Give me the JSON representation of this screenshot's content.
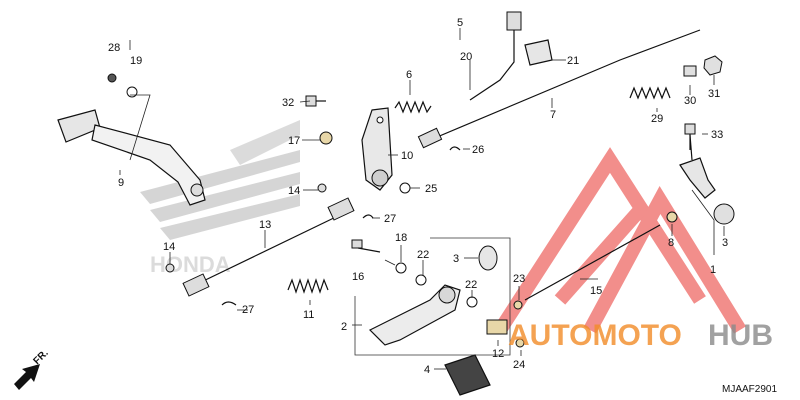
{
  "diagram": {
    "drawing_code": "MJAAF2901",
    "direction_label": "FR.",
    "background_logo_text": "HONDA",
    "watermark": {
      "text_orange": "AUTOMOTO",
      "text_gray": "HUB",
      "color_red": "#e8322e",
      "color_orange": "#f28c28",
      "color_gray": "#8a8a8a"
    },
    "callouts": {
      "c1": "1",
      "c2": "2",
      "c3a": "3",
      "c3b": "3",
      "c4": "4",
      "c5": "5",
      "c6": "6",
      "c7": "7",
      "c8": "8",
      "c9": "9",
      "c10": "10",
      "c11": "11",
      "c12": "12",
      "c13": "13",
      "c14a": "14",
      "c14b": "14",
      "c15": "15",
      "c16": "16",
      "c17": "17",
      "c18": "18",
      "c19": "19",
      "c20": "20",
      "c21": "21",
      "c22a": "22",
      "c22b": "22",
      "c23": "23",
      "c24": "24",
      "c25": "25",
      "c26": "26",
      "c27a": "27",
      "c27b": "27",
      "c28": "28",
      "c29": "29",
      "c30": "30",
      "c31": "31",
      "c32": "32",
      "c33": "33"
    }
  }
}
